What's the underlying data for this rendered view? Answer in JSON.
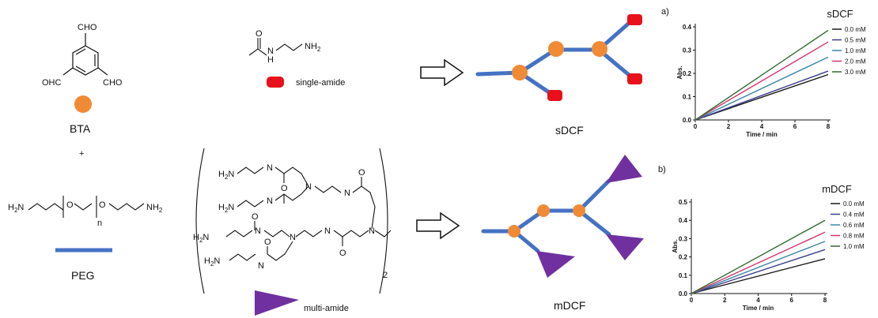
{
  "bta": {
    "top_group": "CHO",
    "left_group": "OHC",
    "right_group": "CHO",
    "label": "BTA",
    "node_color": "#f08a35"
  },
  "plus": "+",
  "single_amide": {
    "nh_label": "N",
    "h_label": "H",
    "nh2_label": "NH",
    "nh2_sub": "2",
    "o_label": "O",
    "legend_label": "single-amide",
    "color": "#e8101a"
  },
  "peg": {
    "left_nh2": "H",
    "left_nh2_rest": "N",
    "left_sub": "2",
    "o1": "O",
    "o2": "O",
    "repeat_sub": "n",
    "right_nh2": "NH",
    "right_sub": "2",
    "label": "PEG",
    "line_color": "#4472c4"
  },
  "multi_amide": {
    "legend_label": "multi-amide",
    "subscript": "2",
    "color": "#7030a0",
    "texts": {
      "h2n_1": "H",
      "h2n_2": "H",
      "h2n_3": "H",
      "h2n_4": "H",
      "nh": "N",
      "h": "H",
      "o": "O",
      "n": "N",
      "sub2": "2"
    }
  },
  "sdcf": {
    "label": "sDCF"
  },
  "mdcf": {
    "label": "mDCF"
  },
  "chart_data": [
    {
      "panel": "a)",
      "type": "line",
      "title": "sDCF",
      "xlabel": "Time / min",
      "ylabel": "Abs.",
      "xlim": [
        0,
        8
      ],
      "ylim": [
        0,
        0.4
      ],
      "xticks": [
        "0",
        "2",
        "4",
        "6",
        "8"
      ],
      "yticks": [
        "0.0",
        "0.1",
        "0.2",
        "0.3",
        "0.4"
      ],
      "legend_position": "right",
      "series": [
        {
          "name": "0.0 mM",
          "color": "#1a1a1a",
          "x": [
            0,
            8
          ],
          "y": [
            0,
            0.195
          ]
        },
        {
          "name": "0.5 mM",
          "color": "#3b3b8f",
          "x": [
            0,
            8
          ],
          "y": [
            0,
            0.21
          ]
        },
        {
          "name": "1.0 mM",
          "color": "#3a86a8",
          "x": [
            0,
            8
          ],
          "y": [
            0,
            0.27
          ]
        },
        {
          "name": "2.0 mM",
          "color": "#d6336c",
          "x": [
            0,
            8
          ],
          "y": [
            0,
            0.335
          ]
        },
        {
          "name": "3.0 mM",
          "color": "#2f6b2f",
          "x": [
            0,
            8
          ],
          "y": [
            0,
            0.385
          ]
        }
      ]
    },
    {
      "panel": "b)",
      "type": "line",
      "title": "mDCF",
      "xlabel": "Time / min",
      "ylabel": "Abs.",
      "xlim": [
        0,
        8
      ],
      "ylim": [
        0,
        0.5
      ],
      "xticks": [
        "0",
        "2",
        "4",
        "6",
        "8"
      ],
      "yticks": [
        "0.0",
        "0.1",
        "0.2",
        "0.3",
        "0.4",
        "0.5"
      ],
      "legend_position": "right",
      "series": [
        {
          "name": "0.0 mM",
          "color": "#1a1a1a",
          "x": [
            0,
            8
          ],
          "y": [
            0,
            0.19
          ]
        },
        {
          "name": "0.4 mM",
          "color": "#3b3b8f",
          "x": [
            0,
            8
          ],
          "y": [
            0,
            0.24
          ]
        },
        {
          "name": "0.6 mM",
          "color": "#3a86a8",
          "x": [
            0,
            8
          ],
          "y": [
            0,
            0.285
          ]
        },
        {
          "name": "0.8 mM",
          "color": "#d6336c",
          "x": [
            0,
            8
          ],
          "y": [
            0,
            0.335
          ]
        },
        {
          "name": "1.0 mM",
          "color": "#2f6b2f",
          "x": [
            0,
            8
          ],
          "y": [
            0,
            0.4
          ]
        }
      ]
    }
  ]
}
